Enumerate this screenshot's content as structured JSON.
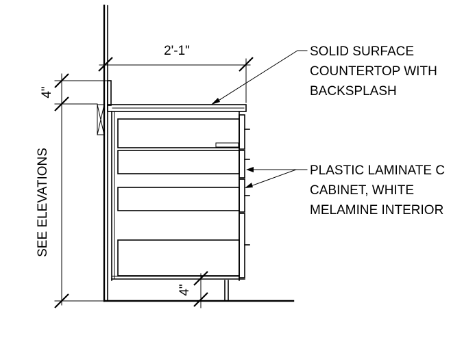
{
  "drawing": {
    "dimensions": {
      "width": "2'-1\"",
      "backsplash_height": "4\"",
      "toe_kick_height": "4\"",
      "overall_height": "SEE ELEVATIONS"
    },
    "notes": {
      "countertop": [
        "SOLID SURFACE",
        "COUNTERTOP WITH",
        "BACKSPLASH"
      ],
      "cabinet": [
        "PLASTIC LAMINATE C",
        "CABINET, WHITE",
        "MELAMINE INTERIOR"
      ]
    }
  }
}
